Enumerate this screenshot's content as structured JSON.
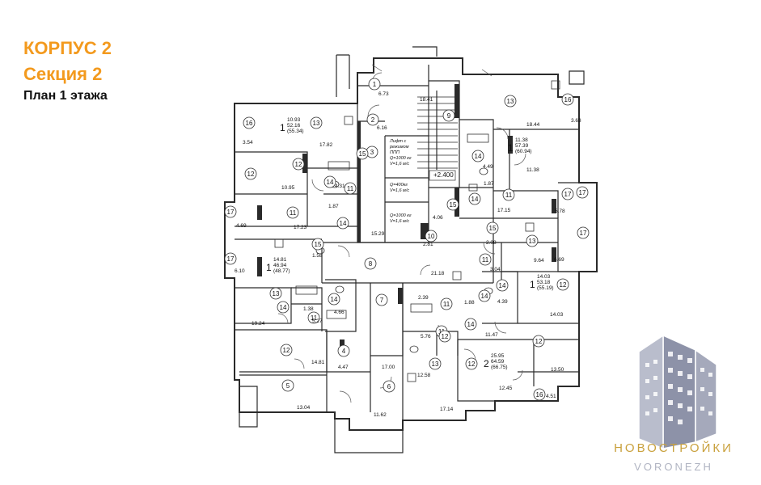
{
  "header": {
    "building": "КОРПУС 2",
    "section": "Секция 2",
    "plan": "План 1 этажа"
  },
  "colors": {
    "accent": "#f39a1e",
    "wall": "#2a2a2a",
    "line": "#333333",
    "logo_gold": "#c9a13d",
    "logo_grey": "#b0b4c2"
  },
  "stairs_level": "+2.400",
  "elevators": [
    {
      "l1": "Лифт с",
      "l2": "режимом",
      "l3": "ППП",
      "l4": "Q=1000 кг",
      "l5": "V=1,6 м/с"
    },
    {
      "l1": "Q=400кг",
      "l2": "V=1,6 м/с"
    },
    {
      "l1": "Q=1000 кг",
      "l2": "V=1,6 м/с"
    }
  ],
  "room_numbers": [
    {
      "n": "1"
    },
    {
      "n": "2"
    },
    {
      "n": "3"
    },
    {
      "n": "4"
    },
    {
      "n": "5"
    },
    {
      "n": "6"
    },
    {
      "n": "7"
    },
    {
      "n": "8"
    },
    {
      "n": "9"
    },
    {
      "n": "10"
    },
    {
      "n": "11"
    },
    {
      "n": "11"
    },
    {
      "n": "11"
    },
    {
      "n": "11"
    },
    {
      "n": "11"
    },
    {
      "n": "11"
    },
    {
      "n": "11"
    },
    {
      "n": "12"
    },
    {
      "n": "12"
    },
    {
      "n": "12"
    },
    {
      "n": "12"
    },
    {
      "n": "12"
    },
    {
      "n": "12"
    },
    {
      "n": "12"
    },
    {
      "n": "13"
    },
    {
      "n": "13"
    },
    {
      "n": "13"
    },
    {
      "n": "13"
    },
    {
      "n": "13"
    },
    {
      "n": "14"
    },
    {
      "n": "14"
    },
    {
      "n": "14"
    },
    {
      "n": "14"
    },
    {
      "n": "14"
    },
    {
      "n": "14"
    },
    {
      "n": "14"
    },
    {
      "n": "14"
    },
    {
      "n": "14"
    },
    {
      "n": "15"
    },
    {
      "n": "15"
    },
    {
      "n": "15"
    },
    {
      "n": "15"
    },
    {
      "n": "16"
    },
    {
      "n": "16"
    },
    {
      "n": "16"
    },
    {
      "n": "17"
    },
    {
      "n": "17"
    },
    {
      "n": "17"
    },
    {
      "n": "17"
    },
    {
      "n": "17"
    }
  ],
  "areas": [
    "6.73",
    "6.16",
    "18.41",
    "18.44",
    "3.63",
    "3.54",
    "17.82",
    "10.95",
    "4.31",
    "1.87",
    "4.49",
    "1.87",
    "11.38",
    "17.23",
    "4.69",
    "17.15",
    "5.78",
    "6.10",
    "15.29",
    "4.06",
    "2.81",
    "2.08",
    "9.64",
    "6.69",
    "1.58",
    "21.18",
    "3.04",
    "1.38",
    "19.24",
    "5.27",
    "4.66",
    "2.39",
    "1.88",
    "4.39",
    "14.03",
    "5.76",
    "11.47",
    "14.81",
    "4.47",
    "17.00",
    "13.50",
    "12.45",
    "4.51",
    "13.04",
    "11.62",
    "17.14",
    "12.58"
  ],
  "apartments": [
    {
      "rooms": "1",
      "a": "10.93",
      "b": "52.16",
      "c": "(55.34)"
    },
    {
      "rooms": "1",
      "a": "11.38",
      "b": "57.39",
      "c": "(60.94)"
    },
    {
      "rooms": "1",
      "a": "14.81",
      "b": "46.94",
      "c": "(48.77)"
    },
    {
      "rooms": "1",
      "a": "14.03",
      "b": "53.18",
      "c": "(55.19)"
    },
    {
      "rooms": "2",
      "a": "25.95",
      "b": "64.59",
      "c": "(66.75)"
    }
  ],
  "logo": {
    "name": "НОВОСТРОЙКИ",
    "city": "VORONEZH"
  }
}
